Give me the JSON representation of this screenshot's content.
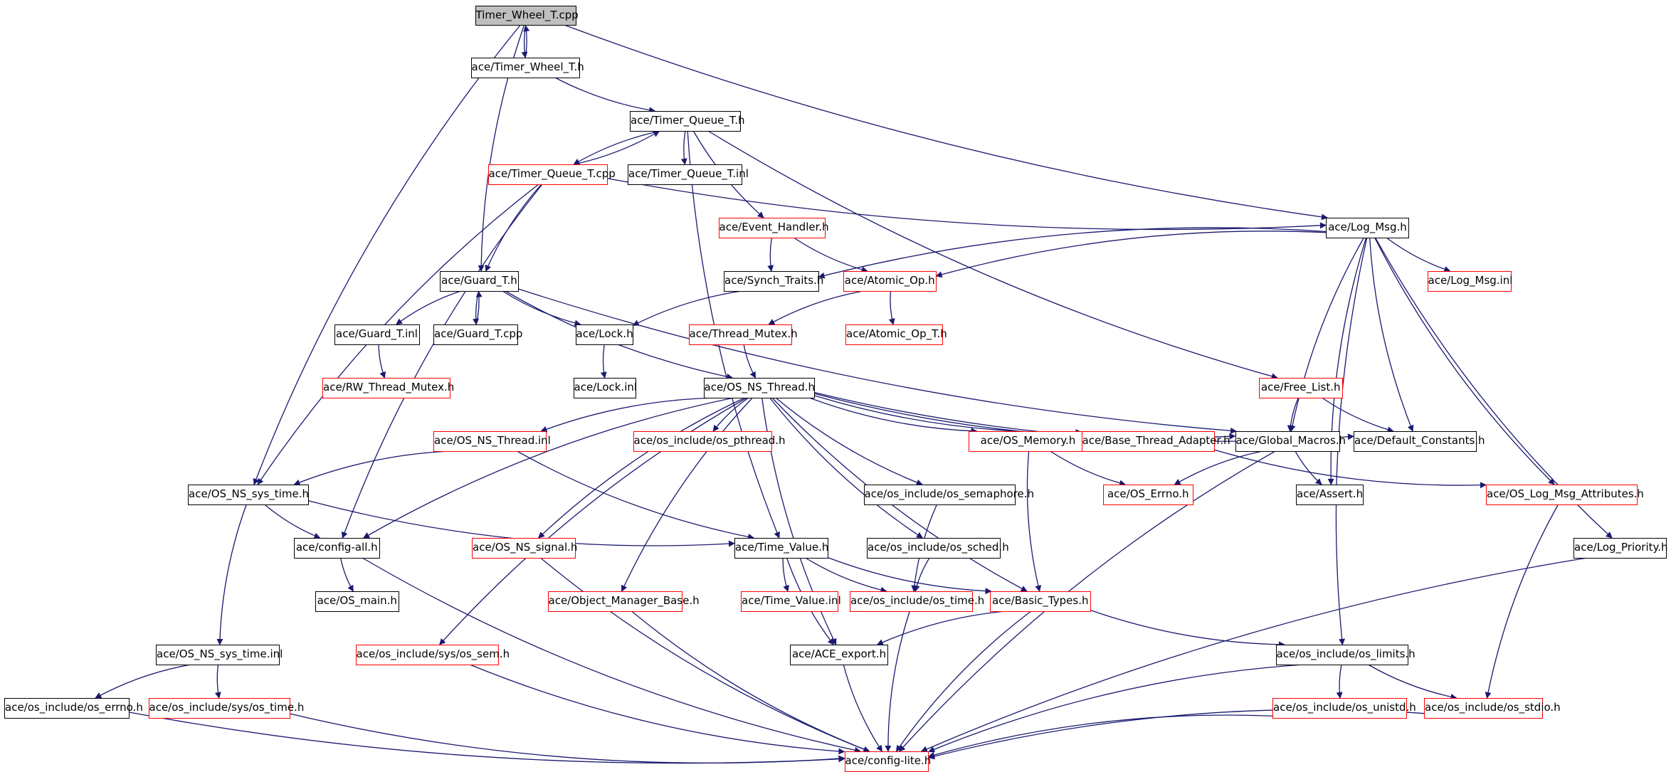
{
  "colors": {
    "edge": "#191970",
    "default_border": "#000000",
    "undocumented_border": "#ff0000",
    "root_fill": "#bfbfbf"
  },
  "nodes": [
    {
      "id": "n1",
      "label": "Timer_Wheel_T.cpp"
    },
    {
      "id": "n2",
      "label": "ace/Timer_Wheel_T.h"
    },
    {
      "id": "n3",
      "label": "ace/Timer_Queue_T.h"
    },
    {
      "id": "n4",
      "label": "ace/Timer_Queue_T.cpp"
    },
    {
      "id": "n5",
      "label": "ace/Timer_Queue_T.inl"
    },
    {
      "id": "n6",
      "label": "ace/Event_Handler.h"
    },
    {
      "id": "n7",
      "label": "ace/Log_Msg.h"
    },
    {
      "id": "n8",
      "label": "ace/Guard_T.h"
    },
    {
      "id": "n9",
      "label": "ace/Synch_Traits.h"
    },
    {
      "id": "n10",
      "label": "ace/Atomic_Op.h"
    },
    {
      "id": "n11",
      "label": "ace/Log_Msg.inl"
    },
    {
      "id": "n12",
      "label": "ace/Guard_T.inl"
    },
    {
      "id": "n13",
      "label": "ace/Guard_T.cpp"
    },
    {
      "id": "n14",
      "label": "ace/Lock.h"
    },
    {
      "id": "n15",
      "label": "ace/Thread_Mutex.h"
    },
    {
      "id": "n16",
      "label": "ace/Atomic_Op_T.h"
    },
    {
      "id": "n17",
      "label": "ace/RW_Thread_Mutex.h"
    },
    {
      "id": "n18",
      "label": "ace/Lock.inl"
    },
    {
      "id": "n19",
      "label": "ace/OS_NS_Thread.h"
    },
    {
      "id": "n20",
      "label": "ace/Free_List.h"
    },
    {
      "id": "n21",
      "label": "ace/OS_NS_Thread.inl"
    },
    {
      "id": "n22",
      "label": "ace/os_include/os_pthread.h"
    },
    {
      "id": "n23",
      "label": "ace/OS_Memory.h"
    },
    {
      "id": "n24",
      "label": "ace/Base_Thread_Adapter.h"
    },
    {
      "id": "n25",
      "label": "ace/Global_Macros.h"
    },
    {
      "id": "n26",
      "label": "ace/Default_Constants.h"
    },
    {
      "id": "n27",
      "label": "ace/OS_NS_sys_time.h"
    },
    {
      "id": "n28",
      "label": "ace/os_include/os_semaphore.h"
    },
    {
      "id": "n29",
      "label": "ace/OS_Errno.h"
    },
    {
      "id": "n30",
      "label": "ace/Assert.h"
    },
    {
      "id": "n31",
      "label": "ace/OS_Log_Msg_Attributes.h"
    },
    {
      "id": "n32",
      "label": "ace/config-all.h"
    },
    {
      "id": "n33",
      "label": "ace/OS_NS_signal.h"
    },
    {
      "id": "n34",
      "label": "ace/Time_Value.h"
    },
    {
      "id": "n35",
      "label": "ace/os_include/os_sched.h"
    },
    {
      "id": "n36",
      "label": "ace/Log_Priority.h"
    },
    {
      "id": "n37",
      "label": "ace/OS_main.h"
    },
    {
      "id": "n38",
      "label": "ace/Object_Manager_Base.h"
    },
    {
      "id": "n39",
      "label": "ace/Time_Value.inl"
    },
    {
      "id": "n40",
      "label": "ace/os_include/os_time.h"
    },
    {
      "id": "n41",
      "label": "ace/Basic_Types.h"
    },
    {
      "id": "n42",
      "label": "ace/OS_NS_sys_time.inl"
    },
    {
      "id": "n43",
      "label": "ace/os_include/sys/os_sem.h"
    },
    {
      "id": "n44",
      "label": "ace/ACE_export.h"
    },
    {
      "id": "n45",
      "label": "ace/os_include/os_limits.h"
    },
    {
      "id": "n46",
      "label": "ace/os_include/os_errno.h"
    },
    {
      "id": "n47",
      "label": "ace/os_include/sys/os_time.h"
    },
    {
      "id": "n48",
      "label": "ace/os_include/os_unistd.h"
    },
    {
      "id": "n49",
      "label": "ace/os_include/os_stdio.h"
    },
    {
      "id": "n50",
      "label": "ace/config-lite.h"
    }
  ],
  "edges": [
    [
      "n1",
      "n2"
    ],
    [
      "n1",
      "n8"
    ],
    [
      "n1",
      "n27"
    ],
    [
      "n1",
      "n7"
    ],
    [
      "n2",
      "n1"
    ],
    [
      "n2",
      "n3"
    ],
    [
      "n3",
      "n4"
    ],
    [
      "n3",
      "n5"
    ],
    [
      "n3",
      "n6"
    ],
    [
      "n3",
      "n34"
    ],
    [
      "n3",
      "n20"
    ],
    [
      "n4",
      "n3"
    ],
    [
      "n4",
      "n8"
    ],
    [
      "n4",
      "n27"
    ],
    [
      "n4",
      "n7"
    ],
    [
      "n4",
      "n32"
    ],
    [
      "n6",
      "n9"
    ],
    [
      "n6",
      "n10"
    ],
    [
      "n7",
      "n9"
    ],
    [
      "n7",
      "n10"
    ],
    [
      "n7",
      "n11"
    ],
    [
      "n7",
      "n25"
    ],
    [
      "n7",
      "n26"
    ],
    [
      "n7",
      "n30"
    ],
    [
      "n7",
      "n31"
    ],
    [
      "n7",
      "n45"
    ],
    [
      "n7",
      "n36"
    ],
    [
      "n8",
      "n12"
    ],
    [
      "n8",
      "n13"
    ],
    [
      "n8",
      "n14"
    ],
    [
      "n8",
      "n19"
    ],
    [
      "n8",
      "n25"
    ],
    [
      "n13",
      "n8"
    ],
    [
      "n9",
      "n14"
    ],
    [
      "n10",
      "n15"
    ],
    [
      "n10",
      "n16"
    ],
    [
      "n12",
      "n17"
    ],
    [
      "n14",
      "n18"
    ],
    [
      "n15",
      "n19"
    ],
    [
      "n19",
      "n21"
    ],
    [
      "n19",
      "n22"
    ],
    [
      "n19",
      "n23"
    ],
    [
      "n19",
      "n24"
    ],
    [
      "n19",
      "n25"
    ],
    [
      "n19",
      "n26"
    ],
    [
      "n19",
      "n28"
    ],
    [
      "n19",
      "n33"
    ],
    [
      "n19",
      "n35"
    ],
    [
      "n19",
      "n38"
    ],
    [
      "n19",
      "n43"
    ],
    [
      "n19",
      "n44"
    ],
    [
      "n19",
      "n41"
    ],
    [
      "n19",
      "n32"
    ],
    [
      "n20",
      "n25"
    ],
    [
      "n20",
      "n26"
    ],
    [
      "n21",
      "n27"
    ],
    [
      "n21",
      "n34"
    ],
    [
      "n23",
      "n29"
    ],
    [
      "n23",
      "n41"
    ],
    [
      "n24",
      "n31"
    ],
    [
      "n25",
      "n29"
    ],
    [
      "n25",
      "n30"
    ],
    [
      "n25",
      "n50"
    ],
    [
      "n27",
      "n32"
    ],
    [
      "n27",
      "n34"
    ],
    [
      "n27",
      "n42"
    ],
    [
      "n28",
      "n40"
    ],
    [
      "n31",
      "n49"
    ],
    [
      "n32",
      "n37"
    ],
    [
      "n32",
      "n50"
    ],
    [
      "n33",
      "n50"
    ],
    [
      "n34",
      "n39"
    ],
    [
      "n34",
      "n40"
    ],
    [
      "n34",
      "n41"
    ],
    [
      "n34",
      "n44"
    ],
    [
      "n35",
      "n40"
    ],
    [
      "n36",
      "n50"
    ],
    [
      "n38",
      "n50"
    ],
    [
      "n40",
      "n50"
    ],
    [
      "n41",
      "n44"
    ],
    [
      "n41",
      "n45"
    ],
    [
      "n41",
      "n50"
    ],
    [
      "n42",
      "n46"
    ],
    [
      "n42",
      "n47"
    ],
    [
      "n43",
      "n50"
    ],
    [
      "n44",
      "n50"
    ],
    [
      "n45",
      "n48"
    ],
    [
      "n45",
      "n49"
    ],
    [
      "n45",
      "n50"
    ],
    [
      "n46",
      "n50"
    ],
    [
      "n47",
      "n50"
    ],
    [
      "n48",
      "n50"
    ],
    [
      "n49",
      "n50"
    ]
  ]
}
